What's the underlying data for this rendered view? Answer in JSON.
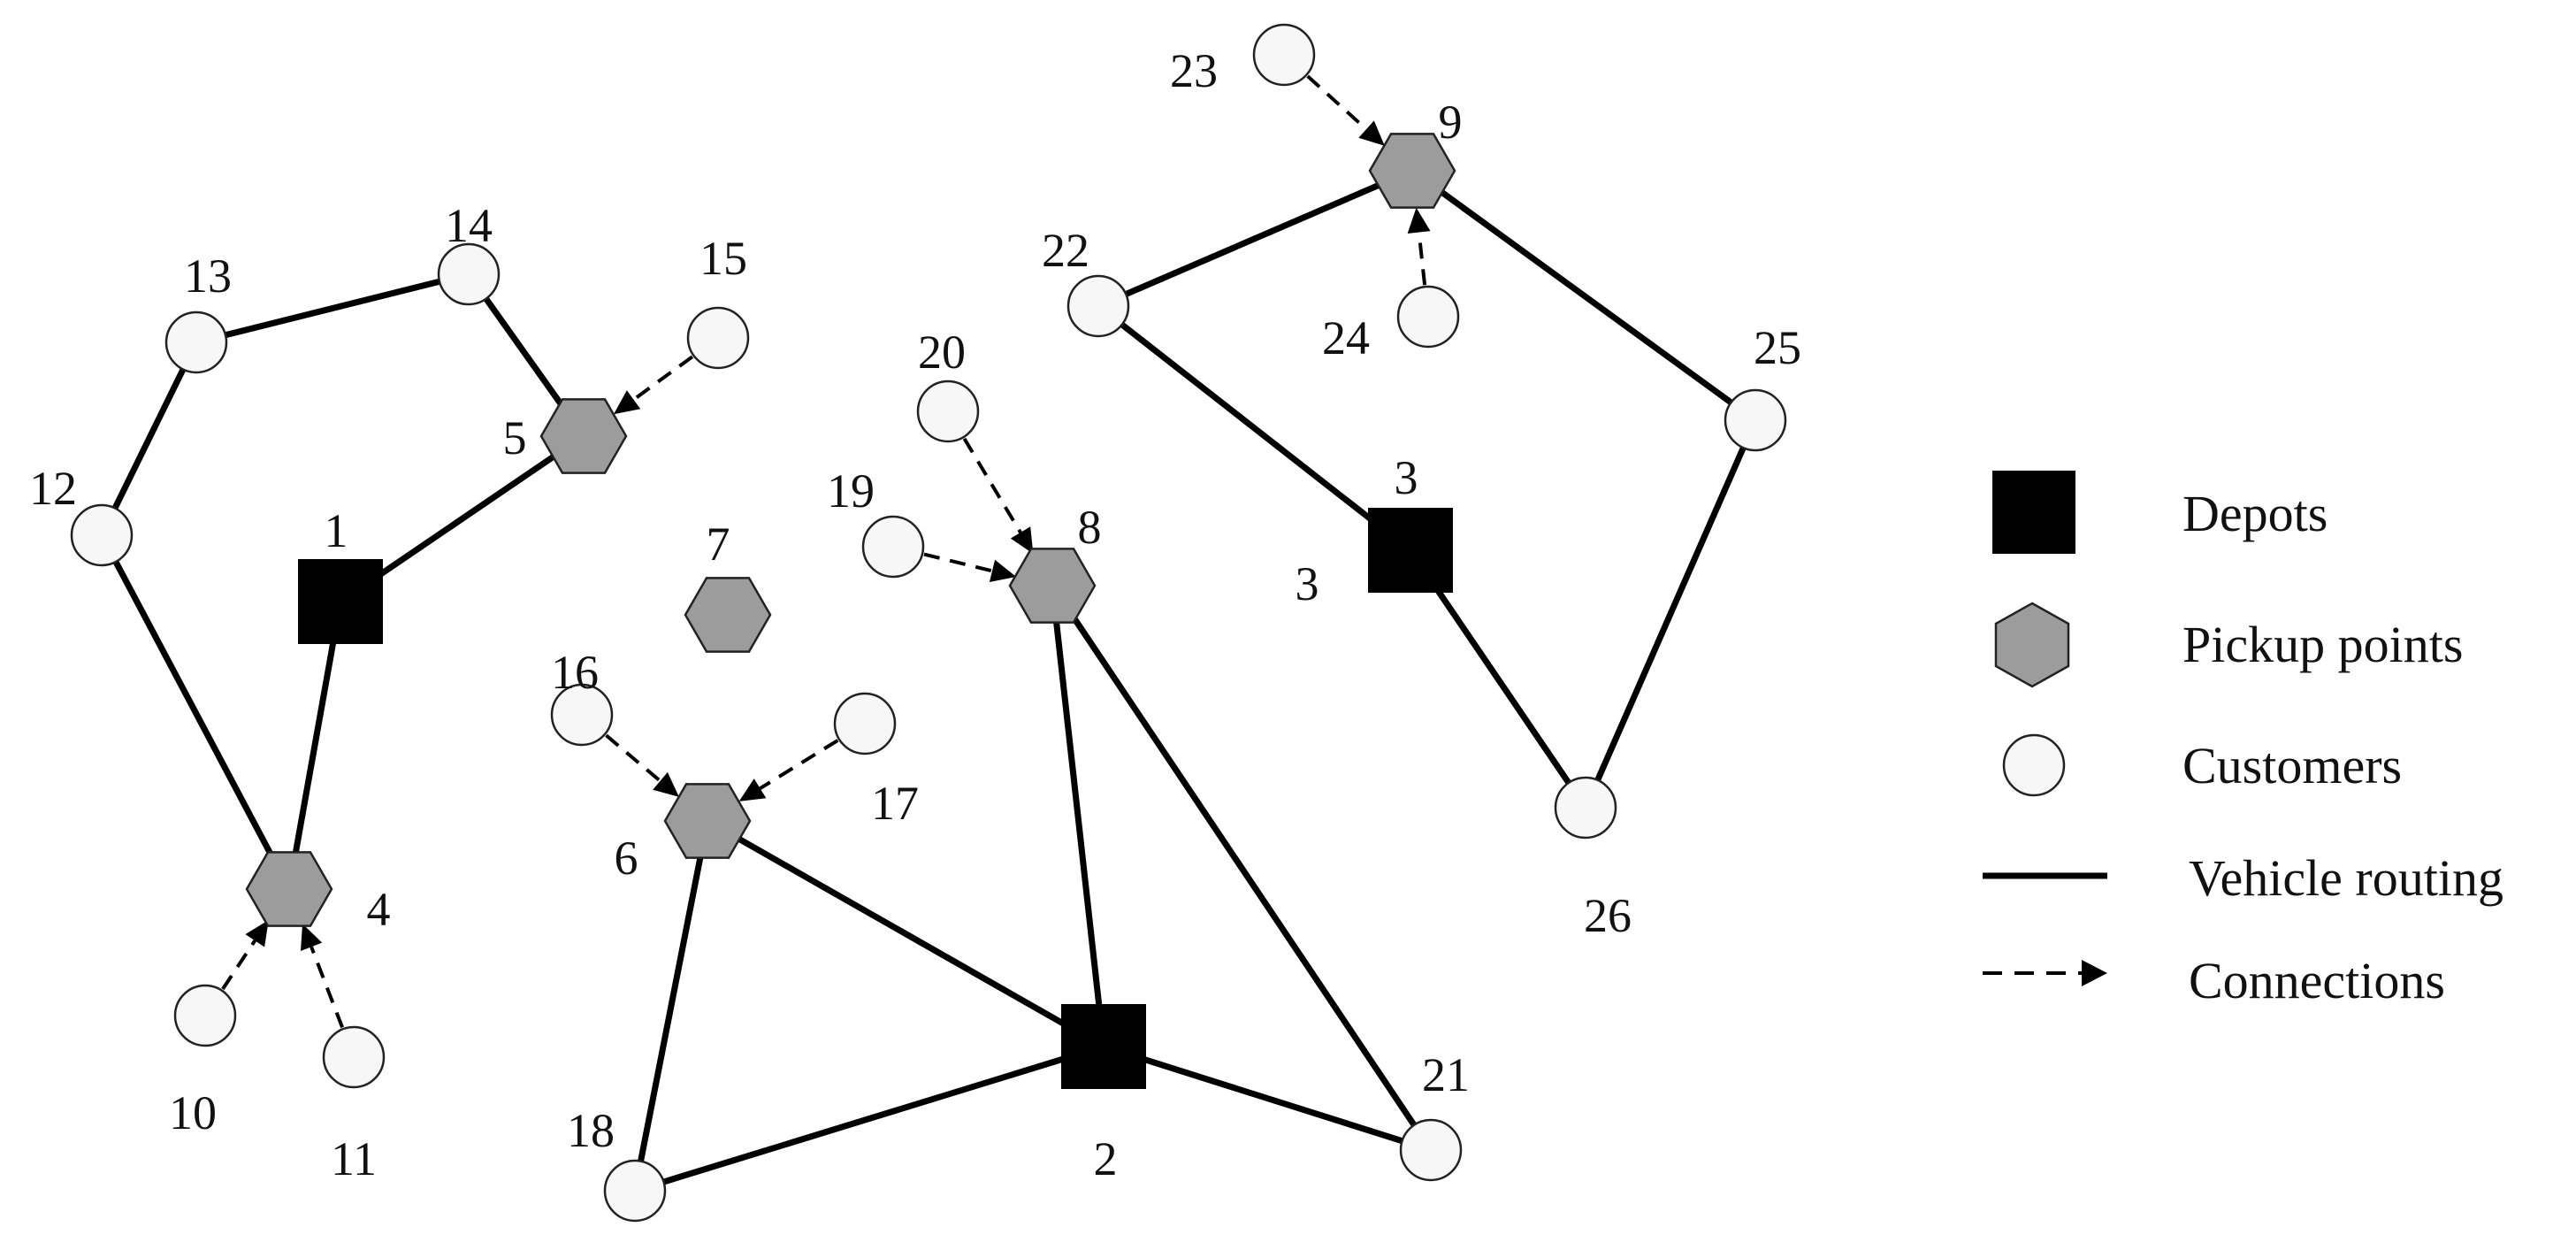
{
  "colors": {
    "depot": "#000000",
    "pickup_fill": "#9c9c9c",
    "customer_fill": "#f7f7f7",
    "stroke": "#222222"
  },
  "diagram": {
    "nodes": [
      {
        "id": "1",
        "type": "depot",
        "label": "1"
      },
      {
        "id": "2",
        "type": "depot",
        "label": "2"
      },
      {
        "id": "3",
        "type": "depot",
        "label": "3"
      },
      {
        "id": "3b",
        "type": "label-only",
        "label": "3"
      },
      {
        "id": "4",
        "type": "pickup",
        "label": "4"
      },
      {
        "id": "5",
        "type": "pickup",
        "label": "5"
      },
      {
        "id": "6",
        "type": "pickup",
        "label": "6"
      },
      {
        "id": "7",
        "type": "pickup",
        "label": "7"
      },
      {
        "id": "8",
        "type": "pickup",
        "label": "8"
      },
      {
        "id": "9",
        "type": "pickup",
        "label": "9"
      },
      {
        "id": "10",
        "type": "customer",
        "label": "10"
      },
      {
        "id": "11",
        "type": "customer",
        "label": "11"
      },
      {
        "id": "12",
        "type": "customer",
        "label": "12"
      },
      {
        "id": "13",
        "type": "customer",
        "label": "13"
      },
      {
        "id": "14",
        "type": "customer",
        "label": "14"
      },
      {
        "id": "15",
        "type": "customer",
        "label": "15"
      },
      {
        "id": "16",
        "type": "customer",
        "label": "16"
      },
      {
        "id": "17",
        "type": "customer",
        "label": "17"
      },
      {
        "id": "18",
        "type": "customer",
        "label": "18"
      },
      {
        "id": "19",
        "type": "customer",
        "label": "19"
      },
      {
        "id": "20",
        "type": "customer",
        "label": "20"
      },
      {
        "id": "21",
        "type": "customer",
        "label": "21"
      },
      {
        "id": "22",
        "type": "customer",
        "label": "22"
      },
      {
        "id": "23",
        "type": "customer",
        "label": "23"
      },
      {
        "id": "24",
        "type": "customer",
        "label": "24"
      },
      {
        "id": "25",
        "type": "customer",
        "label": "25"
      },
      {
        "id": "26",
        "type": "customer",
        "label": "26"
      }
    ],
    "routes": [
      [
        "1",
        "4",
        "12",
        "13",
        "14",
        "5",
        "1"
      ],
      [
        "2",
        "6",
        "18",
        "2",
        "21",
        "8",
        "2"
      ],
      [
        "3",
        "22",
        "9",
        "25",
        "26",
        "3"
      ]
    ],
    "connections": [
      [
        "10",
        "4"
      ],
      [
        "11",
        "4"
      ],
      [
        "15",
        "5"
      ],
      [
        "16",
        "6"
      ],
      [
        "17",
        "6"
      ],
      [
        "19",
        "8"
      ],
      [
        "20",
        "8"
      ],
      [
        "23",
        "9"
      ],
      [
        "24",
        "9"
      ]
    ]
  },
  "legend": {
    "items": [
      {
        "icon": "depot-square-icon",
        "label": "Depots"
      },
      {
        "icon": "pickup-hexagon-icon",
        "label": "Pickup points"
      },
      {
        "icon": "customer-circle-icon",
        "label": "Customers"
      },
      {
        "icon": "solid-line-icon",
        "label": "Vehicle routing"
      },
      {
        "icon": "dashed-arrow-icon",
        "label": "Connections"
      }
    ]
  }
}
